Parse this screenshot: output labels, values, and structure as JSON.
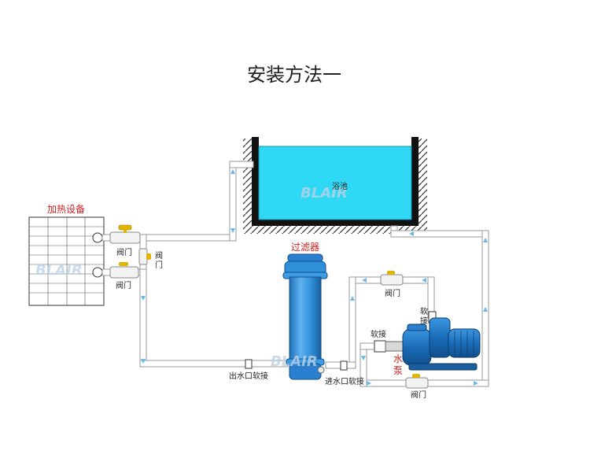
{
  "title": "安装方法一",
  "labels": {
    "pool": "浴池",
    "heater": "加热设备",
    "filter": "过滤器",
    "pump_line1": "水",
    "pump_line2": "泵",
    "valve_heater_top": "阀门",
    "valve_heater_vert_1": "阀",
    "valve_heater_vert_2": "门",
    "valve_heater_bottom": "阀门",
    "valve_bypass_top": "阀门",
    "valve_bypass_bottom": "阀门",
    "hose_right_1": "软",
    "hose_right_2": "接",
    "hose_left": "软接",
    "filter_outlet_hose": "出水口软接",
    "filter_inlet_hose": "进水口软接"
  },
  "watermark": "BLAIR",
  "colors": {
    "water": "#2fd9f5",
    "filter": "#2f8fd8",
    "pump": "#1f6fc0",
    "accent_red": "#d21f1f",
    "valve_handle": "#e0b400"
  }
}
